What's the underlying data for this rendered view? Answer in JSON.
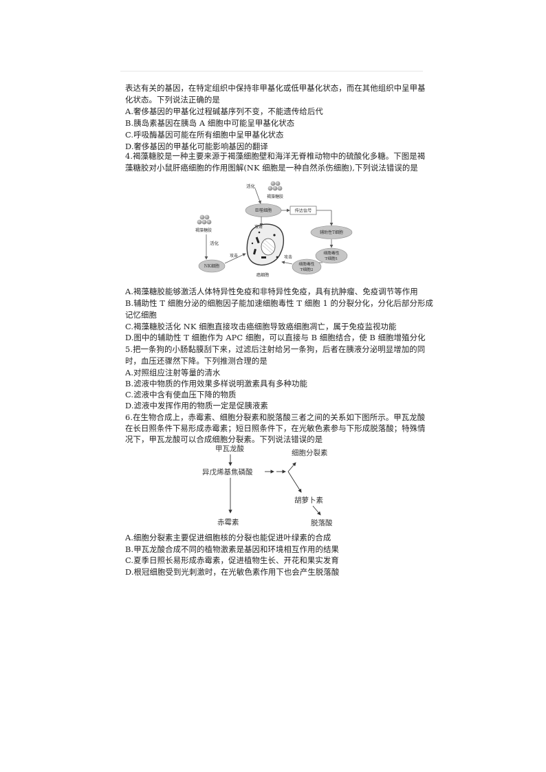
{
  "lines": [
    "表达有关的基因，在特定组织中保持非甲基化或低甲基化状态，而在其他组织中呈甲基",
    "化状态。下列说法正确的是",
    "A.奢侈基因的甲基化过程碱基序列不变，不能遗传给后代",
    "B.胰岛素基因在胰岛 A 细胞中可能呈甲基化状态",
    "C.呼吸酶基因可能在所有细胞中呈甲基化状态",
    "D.奢侈基因的甲基化可能影响基因的翻译",
    "4.褐藻糖胶是一种主要来源于褐藻细胞壁和海洋无脊椎动物中的硫酸化多糖。下图是褐",
    "藻糖胶对小鼠肝癌细胞的作用图解(NK 细胞是一种自然杀伤细胞),下列说法错误的是",
    "A.褐藻糖胶能够激活人体特异性免疫和非特异性免疫，具有抗肿瘤、免疫调节等作用",
    "B.辅助性 T 细胞分泌的细胞因子能加速细胞毒性 T 细胞 1 的分裂分化，分化后部分形成",
    "记忆细胞",
    "C.褐藻糖胶活化 NK 细胞直接攻击癌细胞导致癌细胞凋亡，属于免疫监视功能",
    "D.图中的辅助性 T 细胞作为 APC 细胞，可以直接与 B 细胞结合，使 B 细胞增殖分化",
    "5.把一条狗的小肠黏膜刮下来，过滤后注射给另一条狗，后者在胰液分泌明显增加的同",
    "时，血压还骤然下降。下列推测合理的是",
    "A.对照组应注射等量的清水",
    "B.滤液中物质的作用效果多样说明激素具有多种功能",
    "C.滤液中含有使血压下降的物质",
    "D.滤液中发挥作用的物质一定是促胰液素",
    "6.在生物合成上，赤霉素、细胞分裂素和脱落酸三者之间的关系如下图所示。甲瓦龙酸",
    "在长日照条件下易形成赤霉素；短日照条件下，在光敏色素参与下形成脱落酸；特殊情",
    "况下，甲瓦龙酸可以合成细胞分裂素。下列说法错误的是",
    "A.细胞分裂素主要促进细胞核的分裂也能促进叶绿素的合成",
    "B.甲瓦龙酸合成不同的植物激素是基因和环境相互作用的结果",
    "C.夏季日照长易形成赤霉素，促进植物生长、开花和果实发育",
    "D.根冠细胞受到光刺激时，在光敏色素作用下也会产生脱落酸"
  ],
  "immune_diagram": {
    "fucoidan_top": "褐藻糖胶",
    "activate_top": "活化",
    "macrophage": "巨噬细胞",
    "signal": "传达信号",
    "helper_t": "辅助性T细胞",
    "ctl1_a": "细胞毒性",
    "ctl1_b": "T细胞1",
    "ctl2_a": "细胞毒性",
    "ctl2_b": "T细胞2",
    "cancer": "癌细胞",
    "attack": "攻击",
    "fucoidan_left": "褐藻糖胶",
    "activate_left": "活化",
    "nk": "NK细胞"
  },
  "hormone_diagram": {
    "mevalonate": "甲瓦龙酸",
    "ipp": "异戊烯基焦磷酸",
    "cytokinin": "细胞分裂素",
    "carotene": "胡萝卜素",
    "gibberellin": "赤霉素",
    "aba": "脱落酸"
  }
}
